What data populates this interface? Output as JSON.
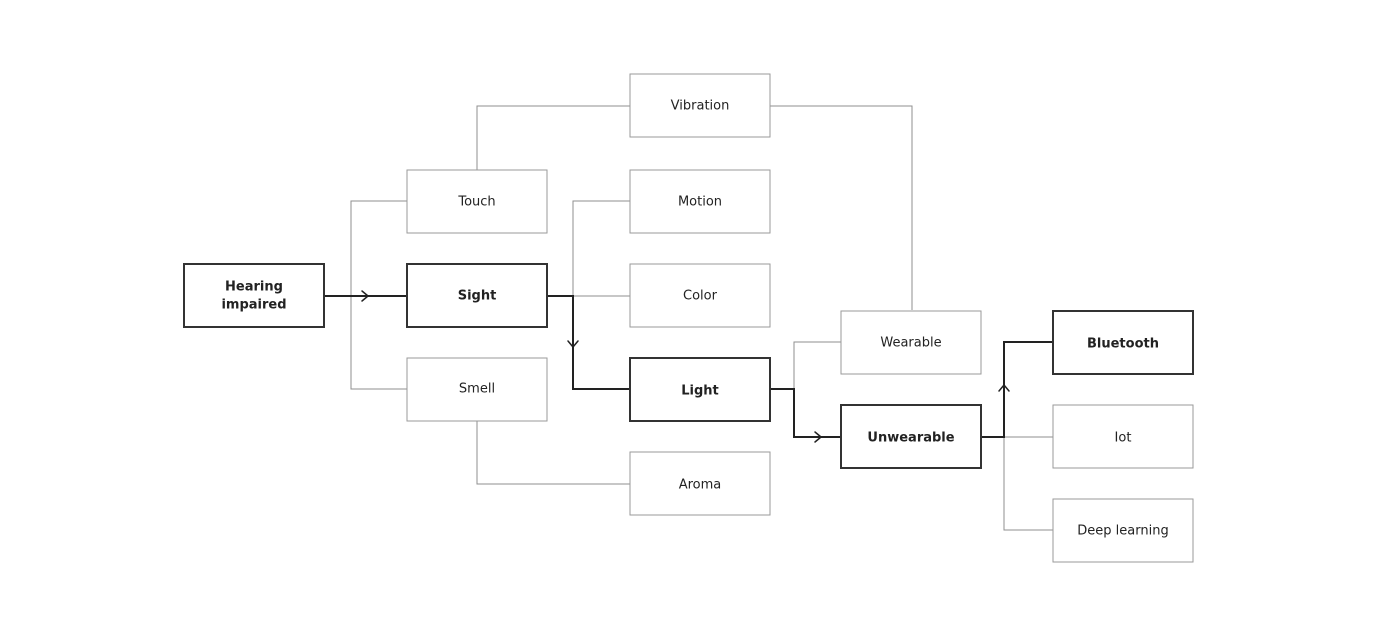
{
  "nodes": {
    "hearing": {
      "line1": "Hearing",
      "line2": "impaired",
      "highlight": true
    },
    "touch": {
      "label": "Touch",
      "highlight": false
    },
    "sight": {
      "label": "Sight",
      "highlight": true
    },
    "smell": {
      "label": "Smell",
      "highlight": false
    },
    "vibration": {
      "label": "Vibration",
      "highlight": false
    },
    "motion": {
      "label": "Motion",
      "highlight": false
    },
    "color": {
      "label": "Color",
      "highlight": false
    },
    "light": {
      "label": "Light",
      "highlight": true
    },
    "aroma": {
      "label": "Aroma",
      "highlight": false
    },
    "wearable": {
      "label": "Wearable",
      "highlight": false
    },
    "unwearable": {
      "label": "Unwearable",
      "highlight": true
    },
    "bluetooth": {
      "label": "Bluetooth",
      "highlight": true
    },
    "iot": {
      "label": "Iot",
      "highlight": false
    },
    "deep_learning": {
      "label": "Deep learning",
      "highlight": false
    }
  },
  "colors": {
    "highlight_stroke": "#333333",
    "normal_stroke": "#9a9a9a",
    "text": "#222222"
  }
}
